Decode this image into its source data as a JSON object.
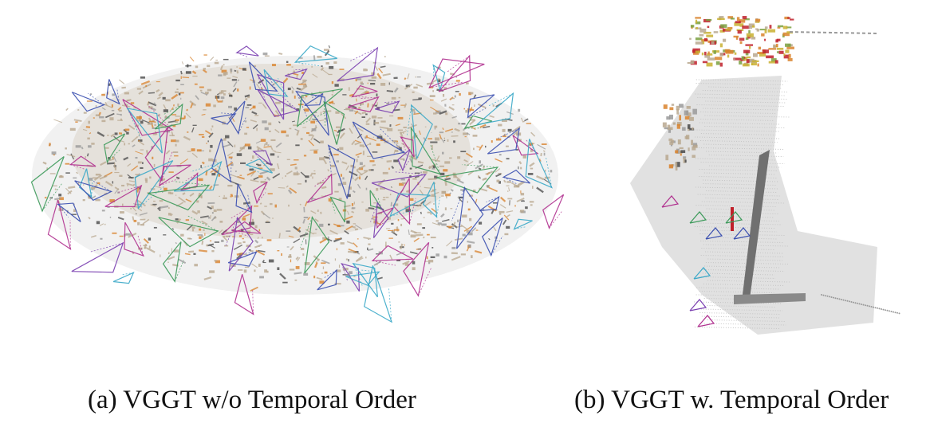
{
  "figure": {
    "panels": [
      {
        "id": "a",
        "caption": "(a) VGGT w/o Temporal Order",
        "image": "reconstruction-point-cloud-chaotic"
      },
      {
        "id": "b",
        "caption": "(b) VGGT w. Temporal Order",
        "image": "reconstruction-point-cloud-ordered"
      }
    ],
    "colors": {
      "camera_magenta": "#b0308f",
      "camera_green": "#3c9a5a",
      "camera_blue": "#3a4fb0",
      "camera_cyan": "#3aa8c8",
      "camera_purple": "#7a3fb0",
      "points_beige": "#b9a88f",
      "points_gray": "#9a9a9a",
      "points_dark": "#4a4a4a",
      "accent_orange": "#d9822b",
      "accent_red": "#c0202a"
    }
  }
}
